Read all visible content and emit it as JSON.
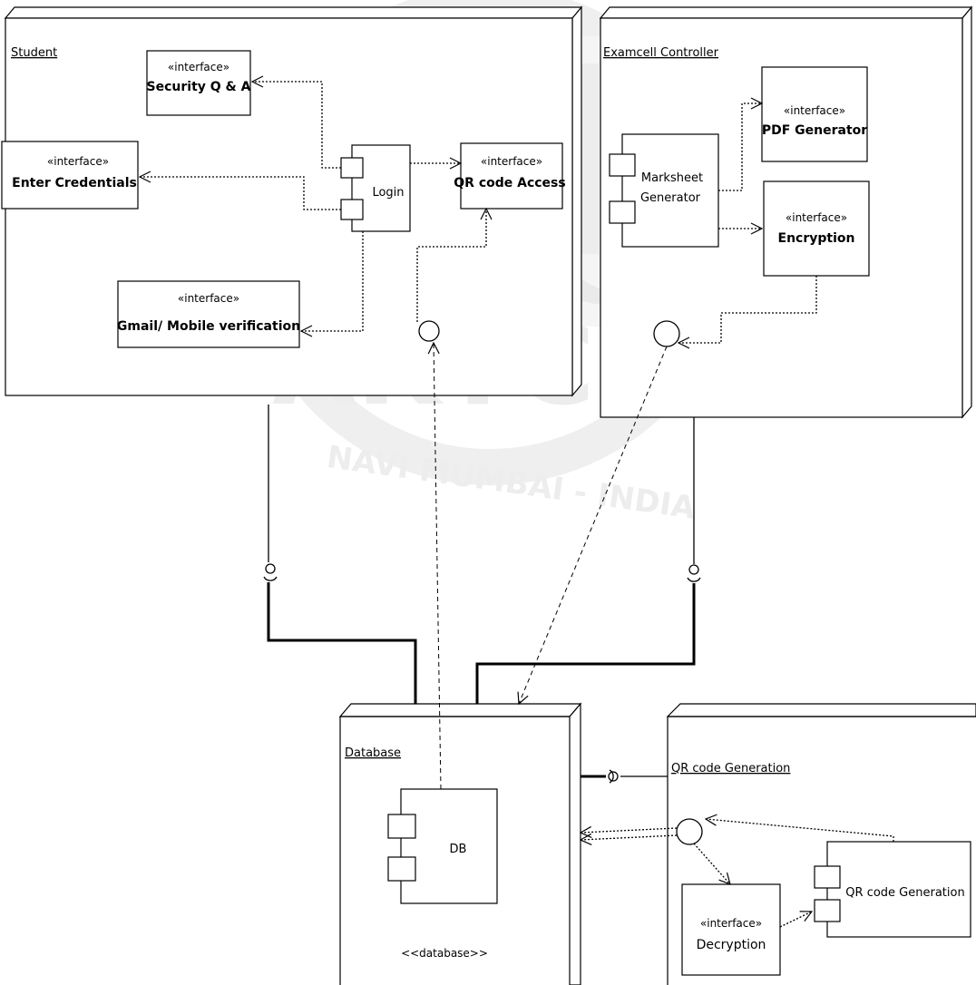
{
  "nodes": {
    "student": {
      "title": "Student"
    },
    "examcell": {
      "title": "Examcell Controller"
    },
    "database": {
      "title": "Database",
      "stereotype": "<<database>>"
    },
    "qr": {
      "title": "QR code Generation"
    }
  },
  "interfaces": {
    "stereotype": "«interface»",
    "security": "Security Q & A",
    "credentials": "Enter Credentials",
    "qr_access": "QR code Access",
    "gmail": "Gmail/ Mobile verification",
    "pdf": "PDF Generator",
    "encryption": "Encryption",
    "decryption": "Decryption"
  },
  "components": {
    "login": "Login",
    "marksheet_line1": "Marksheet",
    "marksheet_line2": "Generator",
    "db": "DB",
    "qr_gen": "QR code Generation"
  },
  "watermark": {
    "logo": "AKTC",
    "city": "NAVI MUMBAI - INDIA"
  },
  "colors": {
    "line": "#000000",
    "watermark": "#e6e6e6"
  }
}
